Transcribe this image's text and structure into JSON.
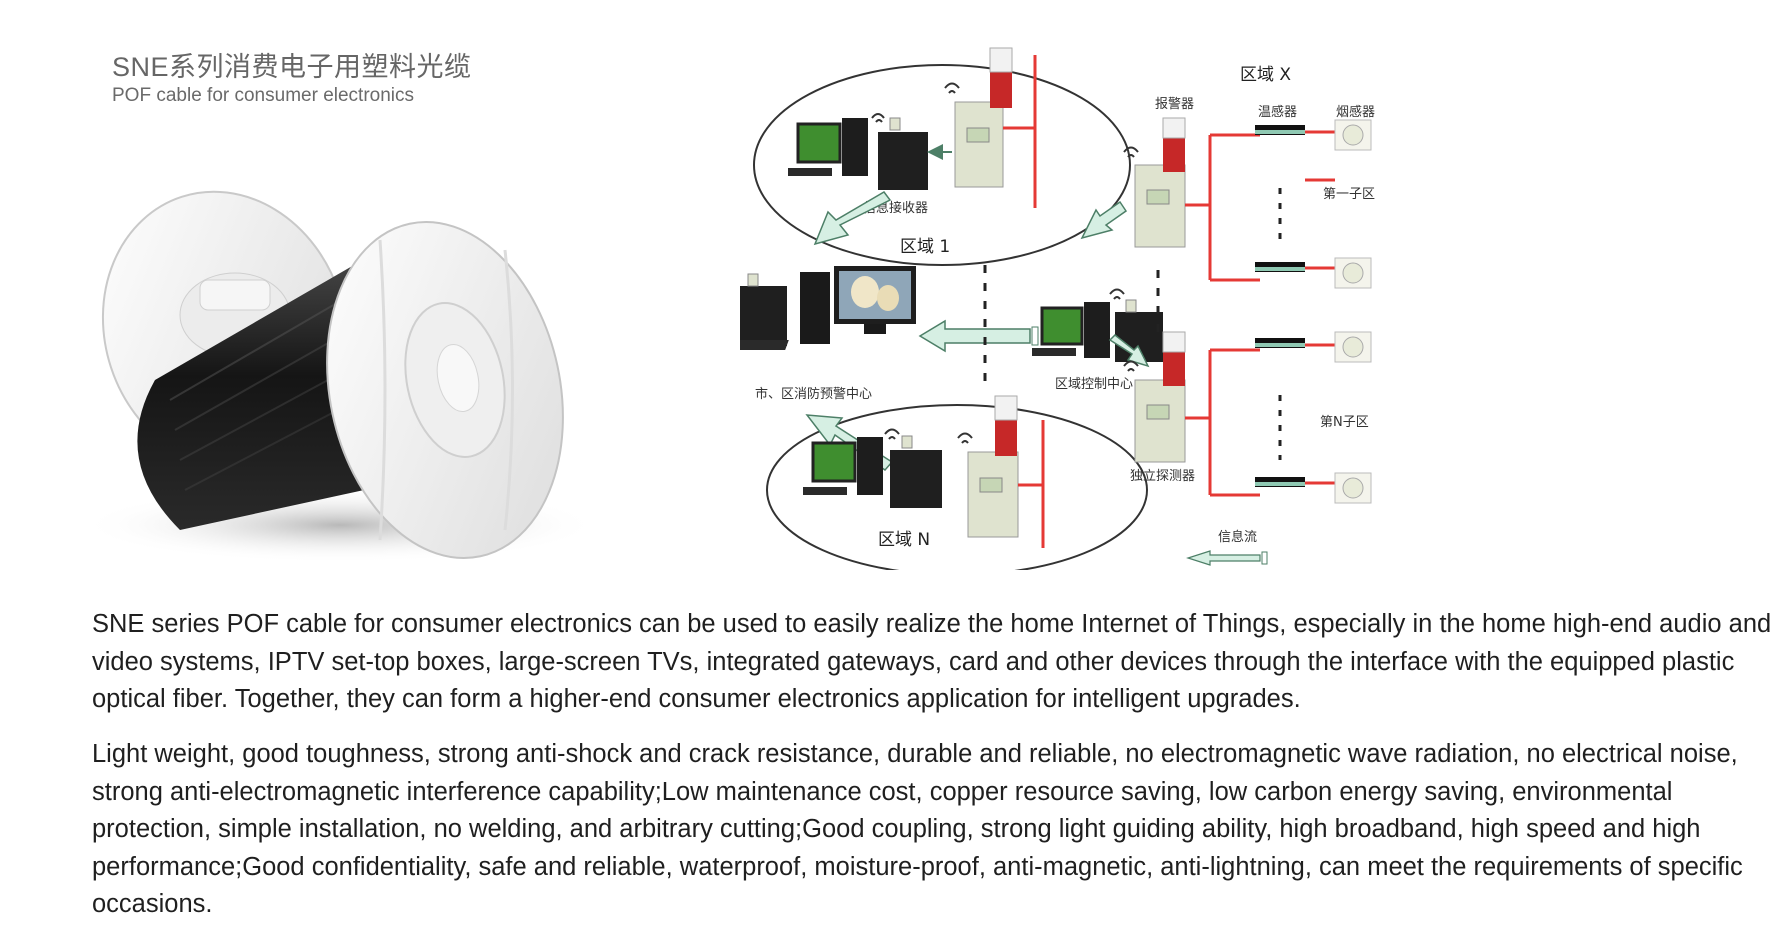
{
  "header": {
    "title_cn": "SNE系列消费电子用塑料光缆",
    "title_en": "POF cable for consumer electronics"
  },
  "diagram": {
    "region_x": "区域 X",
    "region_1": "区域 1",
    "region_n": "区域 N",
    "alarm_label": "报警器",
    "temp_sensor_label": "温感器",
    "smoke_sensor_label": "烟感器",
    "subzone_1": "第一子区",
    "subzone_n": "第N子区",
    "info_receiver": "信息接收器",
    "city_center": "市、区消防预警中心",
    "regional_center": "区域控制中心",
    "independent_detector": "独立探测器",
    "info_flow": "信息流"
  },
  "body": {
    "paragraph1": "SNE series POF cable for consumer electronics can be used to easily realize the home Internet of Things, especially in the home high-end audio and video systems, IPTV set-top boxes, large-screen TVs, integrated gateways, card and other devices through the interface with the equipped plastic optical fiber. Together, they can form a higher-end consumer electronics application for intelligent upgrades.",
    "paragraph2": "Light weight, good toughness, strong anti-shock and crack resistance, durable and reliable, no electromagnetic wave radiation, no electrical noise, strong anti-electromagnetic interference capability;Low maintenance cost, copper resource saving, low carbon energy saving, environmental protection, simple installation, no welding, and arbitrary cutting;Good coupling, strong light guiding ability, high broadband, high speed and high performance;Good confidentiality, safe and reliable, waterproof, moisture-proof, anti-magnetic, anti-lightning, can meet the requirements of specific occasions."
  },
  "colors": {
    "wire_red": "#e53935",
    "arrow_fill": "#d6efe3",
    "arrow_stroke": "#4d7f67",
    "device_beige": "#dfe3cf",
    "screen_green": "#3f8e2f"
  }
}
